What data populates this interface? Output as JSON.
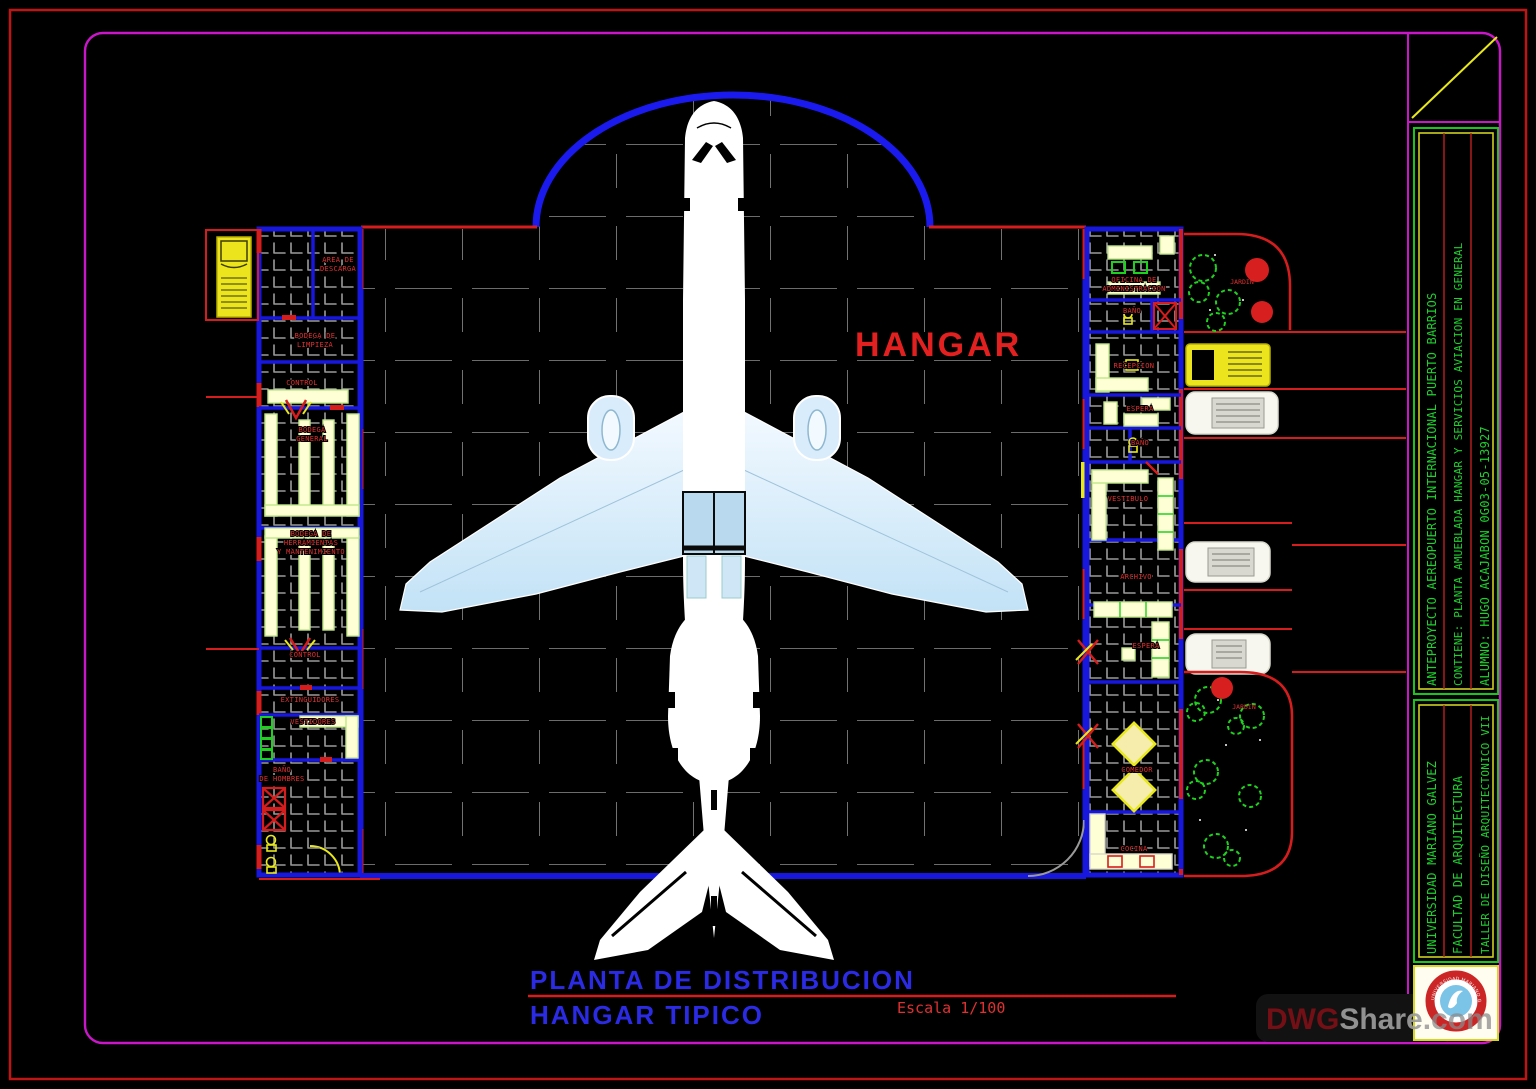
{
  "colors": {
    "background": "#000000",
    "wall_blue": "#1717dd",
    "line_red": "#d51d1d",
    "magenta_border": "#c816c8",
    "green_text": "#1ed12e",
    "yellow": "#e8e81c",
    "cream_furniture": "#ffffd6",
    "tile_gray": "#9a9a9a",
    "plane_blue": "#c2e2f6",
    "title_blue": "#2b2be6"
  },
  "plan": {
    "hangar_label": "HANGAR",
    "title_line1": "PLANTA  DE DISTRIBUCION",
    "title_line2": "HANGAR TIPICO",
    "scale_label": "Escala  1/100"
  },
  "title_block": {
    "project": "ANTEPROYECTO AEREOPUERTO INTERNACIONAL PUERTO BARRIOS",
    "contents": "CONTIENE: PLANTA  AMUEBLADA HANGAR Y SERVICIOS AVIACION EN GENERAL",
    "student": "ALUMNO: HUGO ACAJABON   0G03-05-13927",
    "university": "UNIVERSIDAD MARIANO GALVEZ",
    "faculty": "FACULTAD DE ARQUITECTURA",
    "course": "TALLER DE DISEÑO ARQUITECTONICO VII"
  },
  "watermark": {
    "dwg": "DWG",
    "share": "Share",
    "dotcom": ".com"
  },
  "seal": {
    "ring_text": "UNIVERSIDAD MARIANO GALVEZ",
    "bottom_text": "GUATEMALA"
  },
  "rooms_left": [
    {
      "lines": [
        "AREA DE",
        "DESCARGA"
      ]
    },
    {
      "lines": [
        "BODEGA DE",
        "LIMPIEZA"
      ]
    },
    {
      "lines": [
        "CONTROL"
      ]
    },
    {
      "lines": [
        "BODEGA",
        "GENERAL"
      ]
    },
    {
      "lines": [
        "BODEGA DE",
        "HERRAMIENTAS",
        "Y MANTENIMIENTO"
      ]
    },
    {
      "lines": [
        "CONTROL"
      ]
    },
    {
      "lines": [
        "EXTINGUIDORES"
      ]
    },
    {
      "lines": [
        "VESTIDORES"
      ]
    },
    {
      "lines": [
        "BAÑO",
        "DE HOMBRES"
      ]
    }
  ],
  "rooms_right": [
    {
      "lines": [
        "OFICINA DE",
        "ADMINISTRACION"
      ]
    },
    {
      "lines": [
        "BAÑO"
      ]
    },
    {
      "lines": [
        "RECEPCION"
      ]
    },
    {
      "lines": [
        "ESPERA"
      ]
    },
    {
      "lines": [
        "BAÑO"
      ]
    },
    {
      "lines": [
        "VESTIBULO"
      ]
    },
    {
      "lines": [
        "ARCHIVO"
      ]
    },
    {
      "lines": [
        "ESPERA"
      ]
    },
    {
      "lines": [
        "COMEDOR"
      ]
    },
    {
      "lines": [
        "COCINA"
      ]
    }
  ],
  "site": {
    "garden_top": "JARDIN",
    "garden_bottom": "JARDIN"
  }
}
